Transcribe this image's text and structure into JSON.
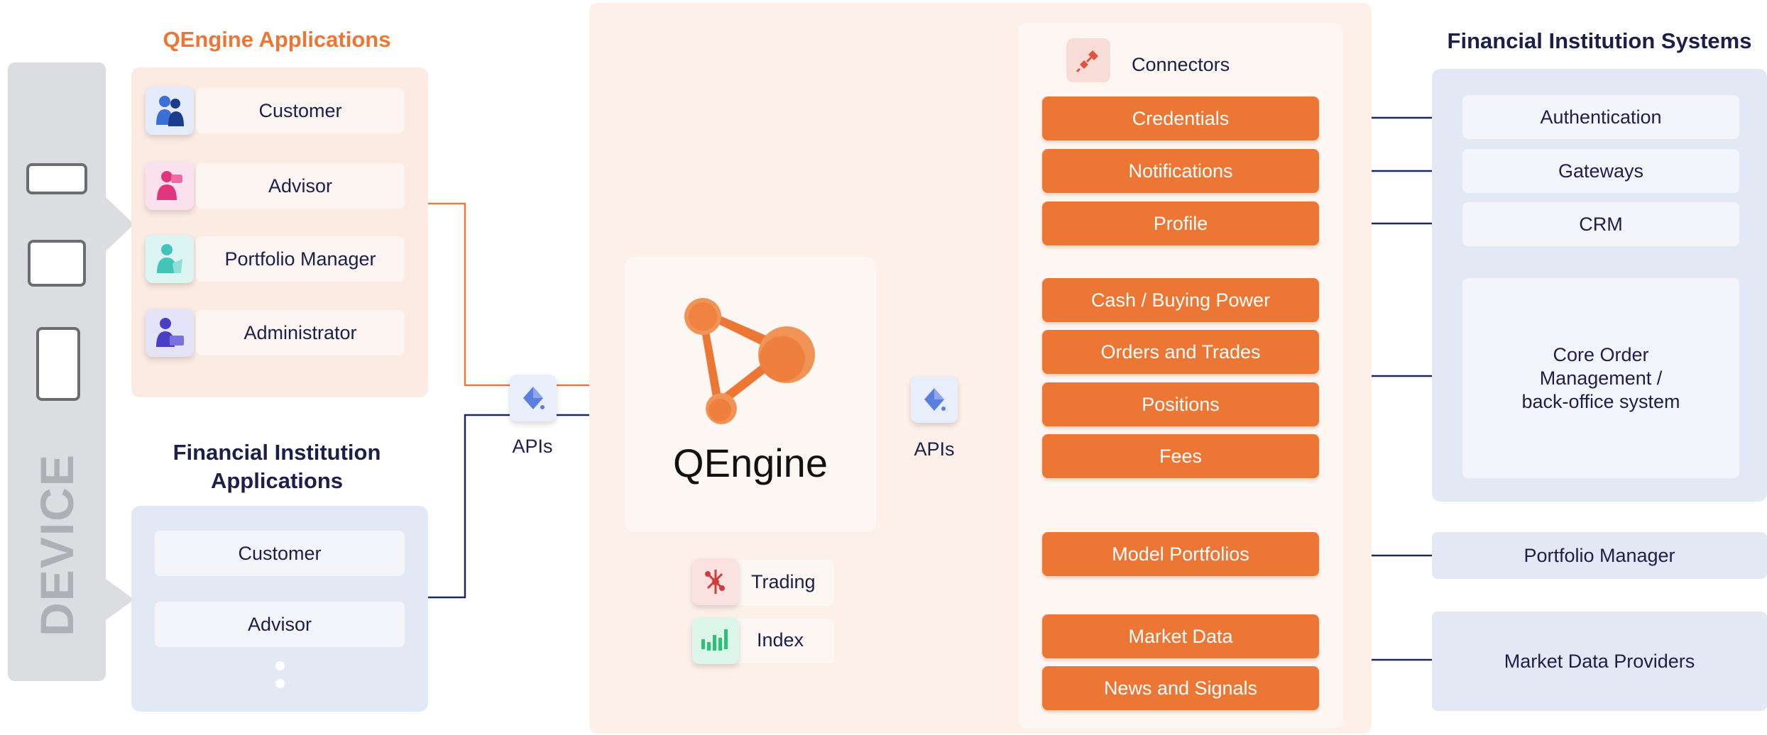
{
  "colors": {
    "orange": "#ec7634",
    "navy": "#1b2a5e",
    "peach": "#fcebe2",
    "light_blue": "#e3e9f4",
    "device_gray": "#dcdde0"
  },
  "qengine_apps": {
    "title": "QEngine Applications",
    "items": [
      {
        "label": "Customer",
        "icon": "customer-icon"
      },
      {
        "label": "Advisor",
        "icon": "advisor-icon"
      },
      {
        "label": "Portfolio Manager",
        "icon": "portfolio-manager-icon"
      },
      {
        "label": "Administrator",
        "icon": "administrator-icon"
      }
    ]
  },
  "fi_apps": {
    "title_line1": "Financial Institution",
    "title_line2": "Applications",
    "items": [
      "Customer",
      "Advisor"
    ]
  },
  "device": {
    "label": "DEVICE"
  },
  "apis_left": "APIs",
  "apis_right": "APIs",
  "engine": {
    "name": "QEngine"
  },
  "modules": [
    {
      "label": "Trading",
      "icon": "trading-icon"
    },
    {
      "label": "Index",
      "icon": "index-icon"
    }
  ],
  "connectors": {
    "title": "Connectors",
    "items": [
      "Credentials",
      "Notifications",
      "Profile",
      "Cash / Buying Power",
      "Orders and Trades",
      "Positions",
      "Fees",
      "Model Portfolios",
      "Market Data",
      "News and Signals"
    ]
  },
  "fi_systems": {
    "title": "Financial Institution Systems",
    "items": [
      "Authentication",
      "Gateways",
      "CRM"
    ],
    "core_line1": "Core Order",
    "core_line2": "Management /",
    "core_line3": "back-office system",
    "portfolio_manager": "Portfolio Manager",
    "market_data_providers": "Market Data Providers"
  }
}
